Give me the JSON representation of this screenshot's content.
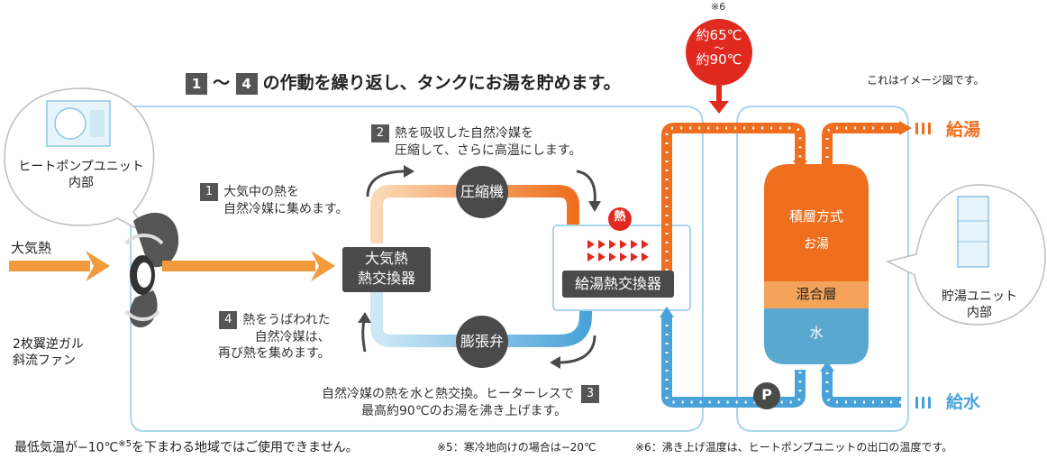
{
  "headline": {
    "n1": "1",
    "mid": "〜",
    "n4": "4",
    "text": "の作動を繰り返し、タンクにお湯を貯めます。"
  },
  "top_note": {
    "mark": "※6",
    "line1": "約65℃",
    "line2": "〜",
    "line3": "約90℃"
  },
  "image_note": "これはイメージ図です。",
  "heat_pump_unit": {
    "line1": "ヒートポンプユニット",
    "line2": "内部"
  },
  "storage_unit": {
    "line1": "貯湯ユニット",
    "line2": "内部"
  },
  "air_heat": "大気熱",
  "fan": {
    "line1": "2枚翼逆ガル",
    "line2": "斜流ファン"
  },
  "step1": {
    "num": "1",
    "line1": "大気中の熱を",
    "line2": "自然冷媒に集めます。"
  },
  "step2": {
    "num": "2",
    "line1": "熱を吸収した自然冷媒を",
    "line2": "圧縮して、さらに高温にします。"
  },
  "step3": {
    "num": "3",
    "line1": "自然冷媒の熱を水と熱交換。ヒーターレスで",
    "line2": "最高約90℃のお湯を沸き上げます。"
  },
  "step4": {
    "num": "4",
    "line1": "熱をうばわれた",
    "line2": "自然冷媒は、",
    "line3": "再び熱を集めます。"
  },
  "components": {
    "air_hx": {
      "line1": "大気熱",
      "line2": "熱交換器"
    },
    "compressor": "圧縮機",
    "expansion": "膨張弁",
    "water_hx": "給湯熱交換器",
    "heat": "熱",
    "pump": "P"
  },
  "tank": {
    "title": "積層方式",
    "hot": "お湯",
    "mixed": "混合層",
    "water": "水"
  },
  "outputs": {
    "hot_supply": "給湯",
    "cold_supply": "給水"
  },
  "colors": {
    "hot": "#ef6f1e",
    "cold": "#4aa3d8",
    "cold_fill": "#5aa8cf",
    "mixed": "#f5a25a",
    "dark": "#4a4a4a",
    "note_red": "#e02a20",
    "outline": "#a9d6ec"
  },
  "footer": {
    "main": "最低気温が−10℃",
    "main_sup": "※5",
    "main_rest": "を下まわる地域ではご使用できません。",
    "note5": "※5：寒冷地向けの場合は−20℃",
    "note6": "※6：沸き上げ温度は、ヒートポンプユニットの出口の温度です。"
  }
}
